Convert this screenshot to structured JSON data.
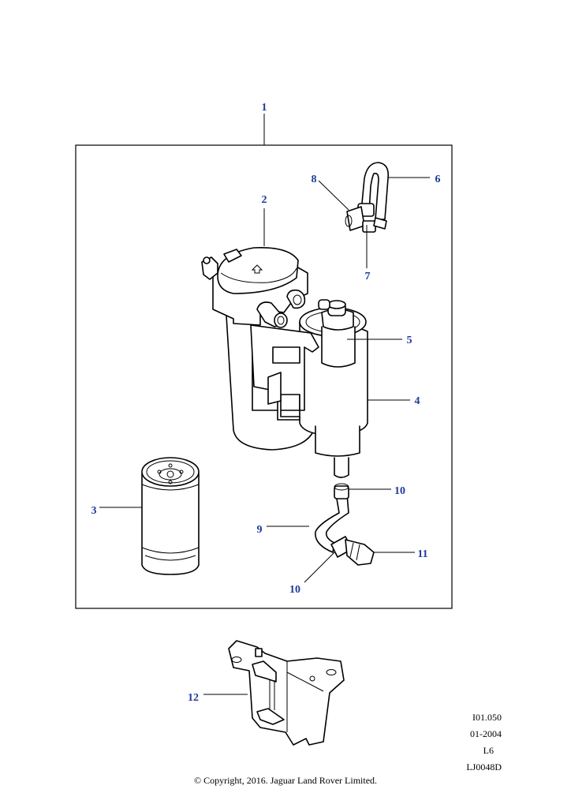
{
  "callouts": [
    {
      "id": "c1",
      "label": "1"
    },
    {
      "id": "c2",
      "label": "2"
    },
    {
      "id": "c3",
      "label": "3"
    },
    {
      "id": "c4",
      "label": "4"
    },
    {
      "id": "c5",
      "label": "5"
    },
    {
      "id": "c6",
      "label": "6"
    },
    {
      "id": "c7",
      "label": "7"
    },
    {
      "id": "c8",
      "label": "8"
    },
    {
      "id": "c9",
      "label": "9"
    },
    {
      "id": "c10a",
      "label": "10"
    },
    {
      "id": "c10b",
      "label": "10"
    },
    {
      "id": "c11",
      "label": "11"
    },
    {
      "id": "c12",
      "label": "12"
    }
  ],
  "reference": {
    "line1": "I01.050",
    "line2": "01-2004",
    "line3": "L6",
    "line4": "LJ0048D"
  },
  "copyright": "© Copyright, 2016. Jaguar Land Rover Limited.",
  "colors": {
    "callout": "#1f3a9a",
    "line": "#000000",
    "background": "#ffffff"
  }
}
